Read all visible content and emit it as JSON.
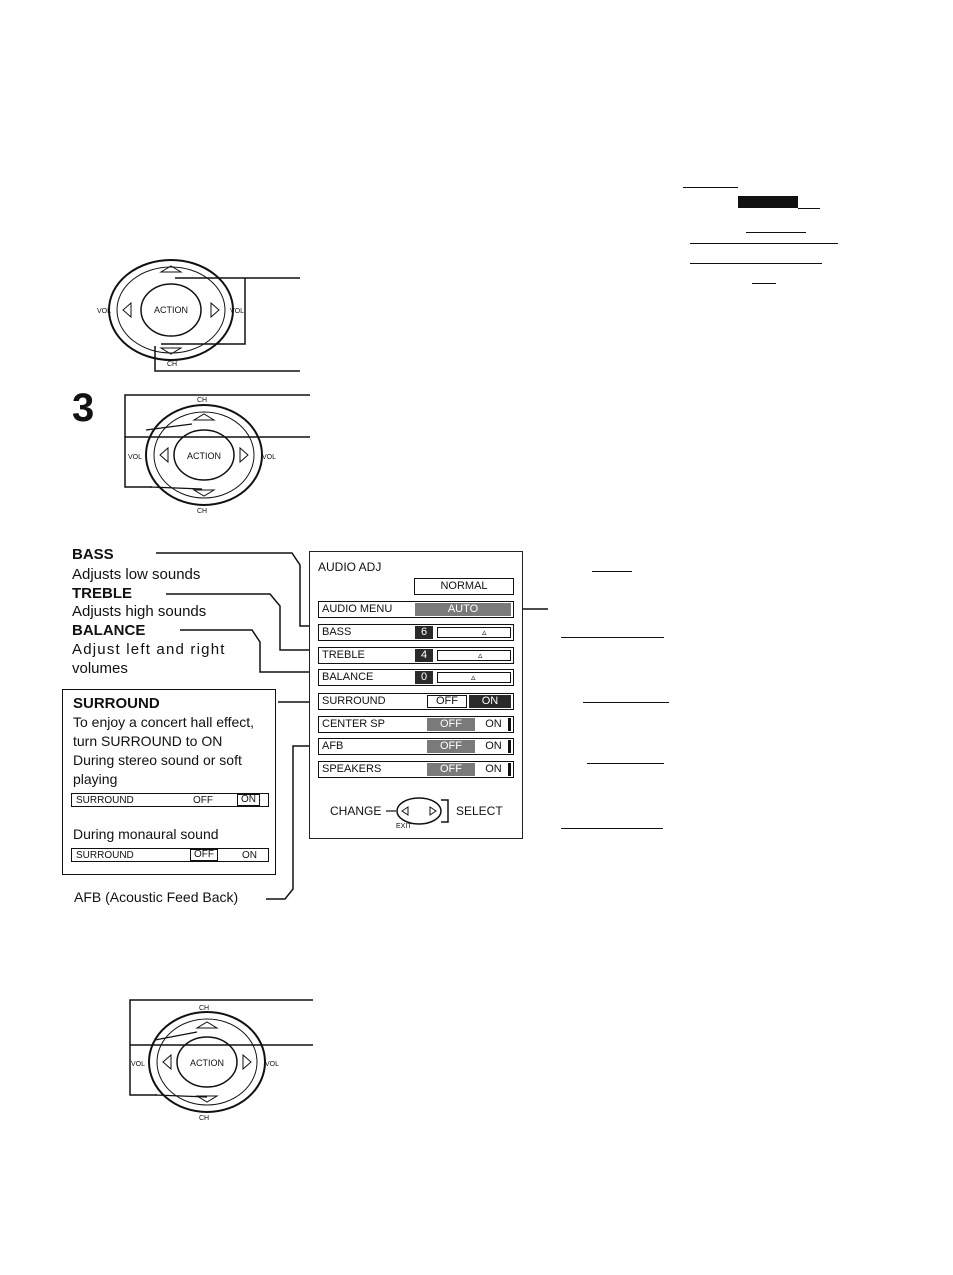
{
  "step_number": "3",
  "remote_labels": {
    "action": "ACTION",
    "vol": "VOL",
    "ch": "CH"
  },
  "labels": {
    "bass_title": "BASS",
    "bass_desc": "Adjusts low sounds",
    "treble_title": "TREBLE",
    "treble_desc": "Adjusts high sounds",
    "balance_title": "BALANCE",
    "balance_desc_1": "Adjust left and right",
    "balance_desc_2": "volumes",
    "afb_caption": "AFB (Acoustic Feed Back)"
  },
  "surround_box": {
    "title": "SURROUND",
    "line1": "To enjoy a concert hall effect,",
    "line2": "turn SURROUND to ON",
    "line3": "During stereo sound or soft",
    "line4": "playing",
    "stereo_bar": {
      "label": "SURROUND",
      "off": "OFF",
      "on": "ON"
    },
    "mono_heading": "During monaural sound",
    "mono_bar": {
      "label": "SURROUND",
      "off": "OFF",
      "on": "ON"
    }
  },
  "tv_menu": {
    "title": "AUDIO ADJ",
    "mode_box": "NORMAL",
    "rows": [
      {
        "name": "AUDIO MENU",
        "value": "AUTO"
      },
      {
        "name": "BASS",
        "value": "6"
      },
      {
        "name": "TREBLE",
        "value": "4"
      },
      {
        "name": "BALANCE",
        "value": "0"
      },
      {
        "name": "SURROUND",
        "off": "OFF",
        "on": "ON"
      },
      {
        "name": "CENTER SP",
        "off": "OFF",
        "on": "ON"
      },
      {
        "name": "AFB",
        "off": "OFF",
        "on": "ON"
      },
      {
        "name": "SPEAKERS",
        "off": "OFF",
        "on": "ON"
      }
    ],
    "nav": {
      "change": "CHANGE",
      "select": "SELECT",
      "exit": "EXIT"
    }
  }
}
